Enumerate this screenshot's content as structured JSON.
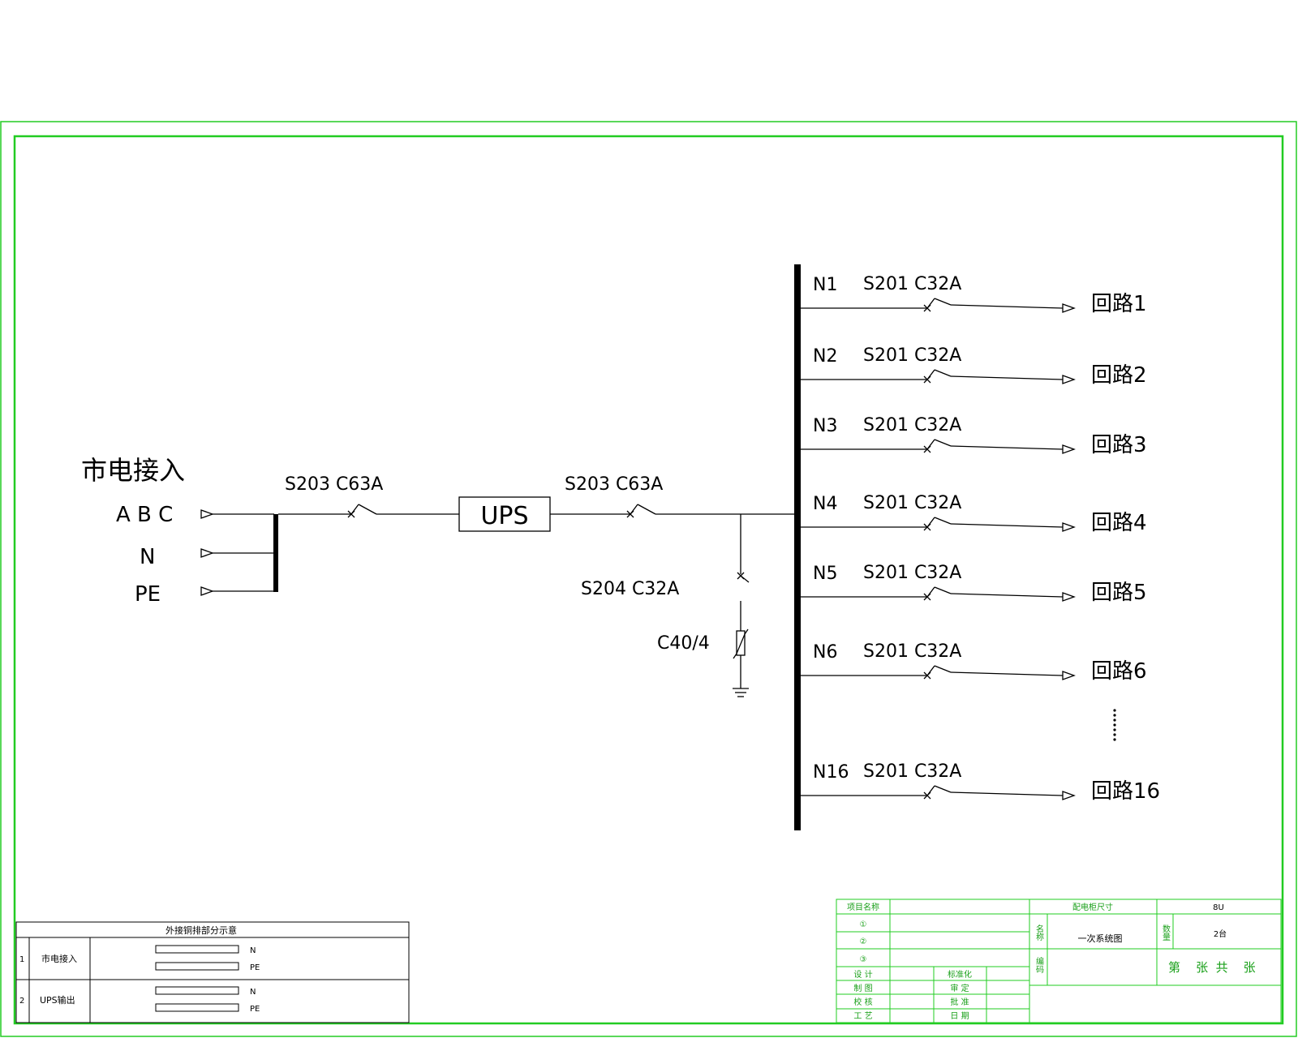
{
  "source": {
    "title": "市电接入",
    "phase_labels": {
      "abc": "A B C",
      "n": "N",
      "pe": "PE"
    }
  },
  "breakers": {
    "input": "S203  C63A",
    "output": "S203  C63A",
    "spd": "S204  C32A"
  },
  "ups_label": "UPS",
  "spd_label": "C40/4",
  "circuits": [
    {
      "id": "N1",
      "breaker": "S201  C32A",
      "name": "回路1"
    },
    {
      "id": "N2",
      "breaker": "S201  C32A",
      "name": "回路2"
    },
    {
      "id": "N3",
      "breaker": "S201  C32A",
      "name": "回路3"
    },
    {
      "id": "N4",
      "breaker": "S201  C32A",
      "name": "回路4"
    },
    {
      "id": "N5",
      "breaker": "S201  C32A",
      "name": "回路5"
    },
    {
      "id": "N6",
      "breaker": "S201  C32A",
      "name": "回路6"
    },
    {
      "id": "N16",
      "breaker": "S201  C32A",
      "name": "回路16"
    }
  ],
  "busbar_table": {
    "title": "外接铜排部分示意",
    "rows": [
      {
        "index": "1",
        "name": "市电接入",
        "bars": [
          "N",
          "PE"
        ]
      },
      {
        "index": "2",
        "name": "UPS输出",
        "bars": [
          "N",
          "PE"
        ]
      }
    ]
  },
  "title_block": {
    "project_name_label": "项目名称",
    "items": [
      "①",
      "②",
      "③"
    ],
    "roles_left": [
      "设  计",
      "制  图",
      "校  核",
      "工  艺"
    ],
    "roles_right": [
      "标准化",
      "审  定",
      "批  准",
      "日  期"
    ],
    "cabinet_size_label": "配电柜尺寸",
    "cabinet_size_value": "8U",
    "name_label": "名称",
    "name_value": "一次系统图",
    "qty_label": "数量",
    "qty_value": "2台",
    "code_label": "编码",
    "sheet_text": "第    张  共    张"
  },
  "colors": {
    "frame": "#22cc22",
    "line": "#000000",
    "title_text": "#1aa01a"
  }
}
